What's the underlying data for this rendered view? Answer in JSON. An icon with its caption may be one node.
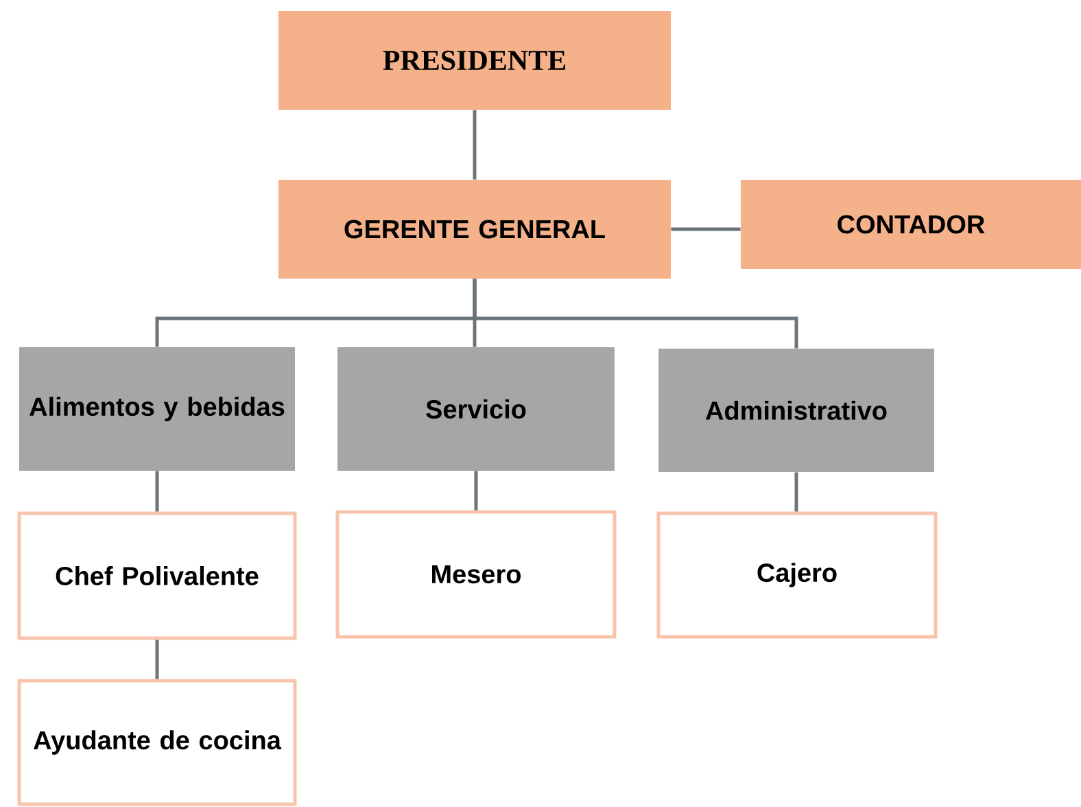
{
  "diagram": {
    "nodes": [
      {
        "text": [
          "PRESIDENTE"
        ]
      },
      {
        "text": [
          "GERENTE GENERAL"
        ]
      },
      {
        "text": [
          "CONTADOR"
        ]
      },
      {
        "text": [
          "Alimentos y bebidas"
        ]
      },
      {
        "text": [
          "Servicio"
        ]
      },
      {
        "text": [
          "Administrativo"
        ]
      },
      {
        "text": [
          "Chef Polivalente"
        ]
      },
      {
        "text": [
          "Mesero"
        ]
      },
      {
        "text": [
          "Cajero"
        ]
      },
      {
        "text": [
          "Ayudante de cocina"
        ]
      }
    ],
    "edges": [
      {
        "from": 0,
        "to": 1,
        "arrow": "none"
      },
      {
        "from": 1,
        "to": 2,
        "arrow": "none"
      },
      {
        "from": 1,
        "to": 3,
        "arrow": "none"
      },
      {
        "from": 1,
        "to": 4,
        "arrow": "none"
      },
      {
        "from": 1,
        "to": 5,
        "arrow": "none"
      },
      {
        "from": 3,
        "to": 6,
        "arrow": "none"
      },
      {
        "from": 4,
        "to": 7,
        "arrow": "none"
      },
      {
        "from": 5,
        "to": 8,
        "arrow": "none"
      },
      {
        "from": 6,
        "to": 9,
        "arrow": "none"
      }
    ]
  }
}
